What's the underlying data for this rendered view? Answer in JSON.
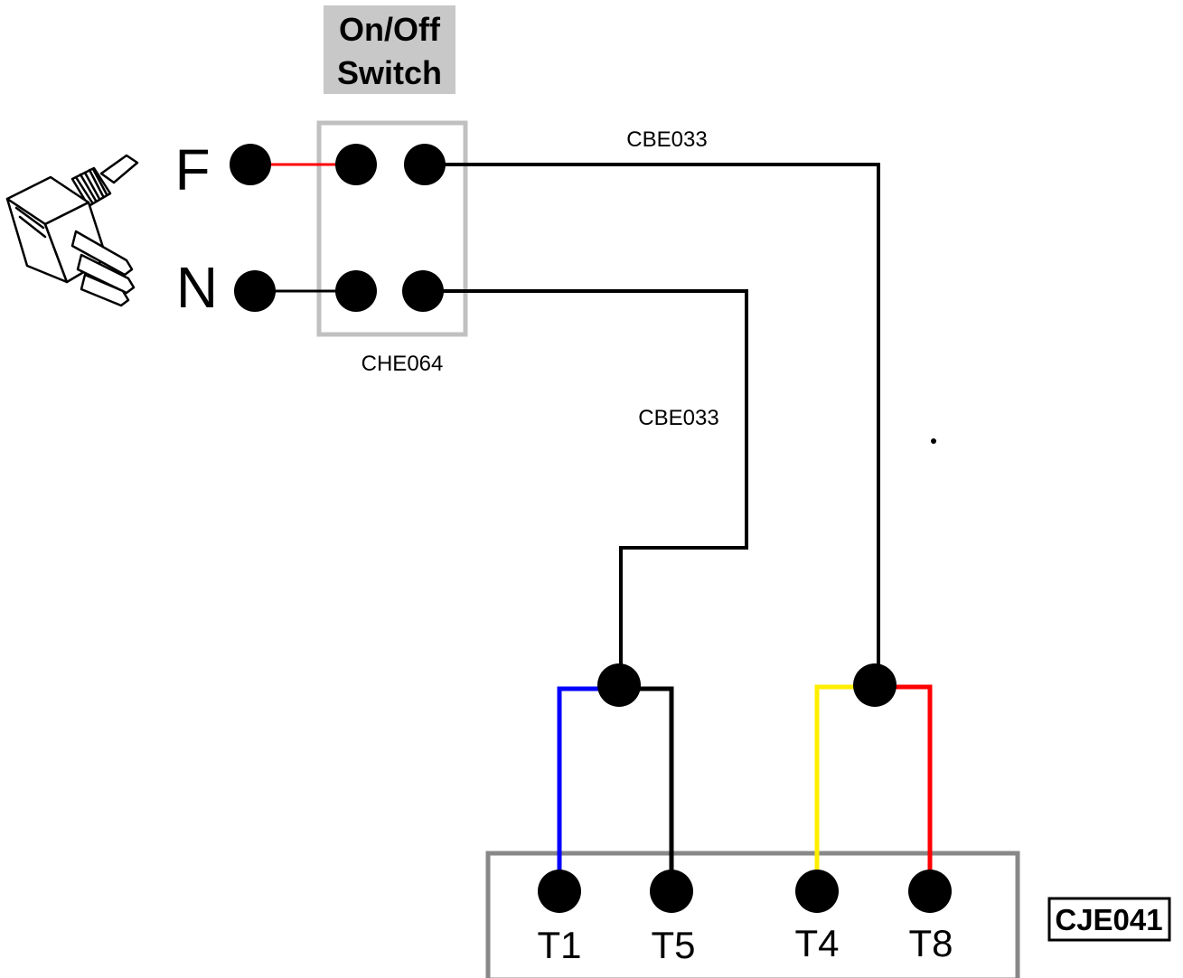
{
  "switch": {
    "title_line1": "On/Off",
    "title_line2": "Switch",
    "part_code": "CHE064",
    "title_bg_color": "#c8c8c8",
    "frame_color": "#c0c0c0"
  },
  "plug": {
    "phase_label": "F",
    "neutral_label": "N",
    "icon": "power-plug-icon"
  },
  "cables": {
    "phase_cable": "CBE033",
    "neutral_cable": "CBE033"
  },
  "terminal_block": {
    "part_code": "CJE041",
    "terminals": [
      "T1",
      "T5",
      "T4",
      "T8"
    ],
    "frame_color": "#888888"
  },
  "wire_colors": {
    "default": "#000000",
    "phase_link": "#ff0000",
    "t1_lead": "#0000ff",
    "t4_lead": "#ffee00",
    "t8_lead": "#ff0000"
  }
}
